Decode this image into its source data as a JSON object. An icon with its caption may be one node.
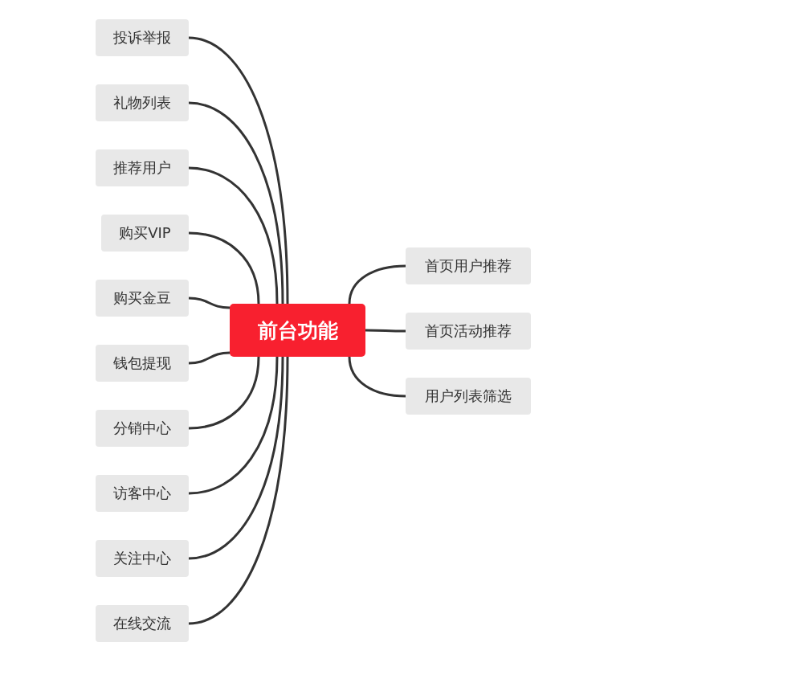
{
  "diagram": {
    "nodes": [
      {
        "text": [
          "前台功能"
        ]
      },
      {
        "text": [
          "投诉举报"
        ]
      },
      {
        "text": [
          "礼物列表"
        ]
      },
      {
        "text": [
          "推荐用户"
        ]
      },
      {
        "text": [
          "购买VIP"
        ]
      },
      {
        "text": [
          "购买金豆"
        ]
      },
      {
        "text": [
          "钱包提现"
        ]
      },
      {
        "text": [
          "分销中心"
        ]
      },
      {
        "text": [
          "访客中心"
        ]
      },
      {
        "text": [
          "关注中心"
        ]
      },
      {
        "text": [
          "在线交流"
        ]
      },
      {
        "text": [
          "首页用户推荐"
        ]
      },
      {
        "text": [
          "首页活动推荐"
        ]
      },
      {
        "text": [
          "用户列表筛选"
        ]
      }
    ],
    "edges": [
      {
        "from": 0,
        "to": 1,
        "arrow": "none"
      },
      {
        "from": 0,
        "to": 2,
        "arrow": "none"
      },
      {
        "from": 0,
        "to": 3,
        "arrow": "none"
      },
      {
        "from": 0,
        "to": 4,
        "arrow": "none"
      },
      {
        "from": 0,
        "to": 5,
        "arrow": "none"
      },
      {
        "from": 0,
        "to": 6,
        "arrow": "none"
      },
      {
        "from": 0,
        "to": 7,
        "arrow": "none"
      },
      {
        "from": 0,
        "to": 8,
        "arrow": "none"
      },
      {
        "from": 0,
        "to": 9,
        "arrow": "none"
      },
      {
        "from": 0,
        "to": 10,
        "arrow": "none"
      },
      {
        "from": 0,
        "to": 11,
        "arrow": "none"
      },
      {
        "from": 0,
        "to": 12,
        "arrow": "none"
      },
      {
        "from": 0,
        "to": 13,
        "arrow": "none"
      }
    ]
  }
}
